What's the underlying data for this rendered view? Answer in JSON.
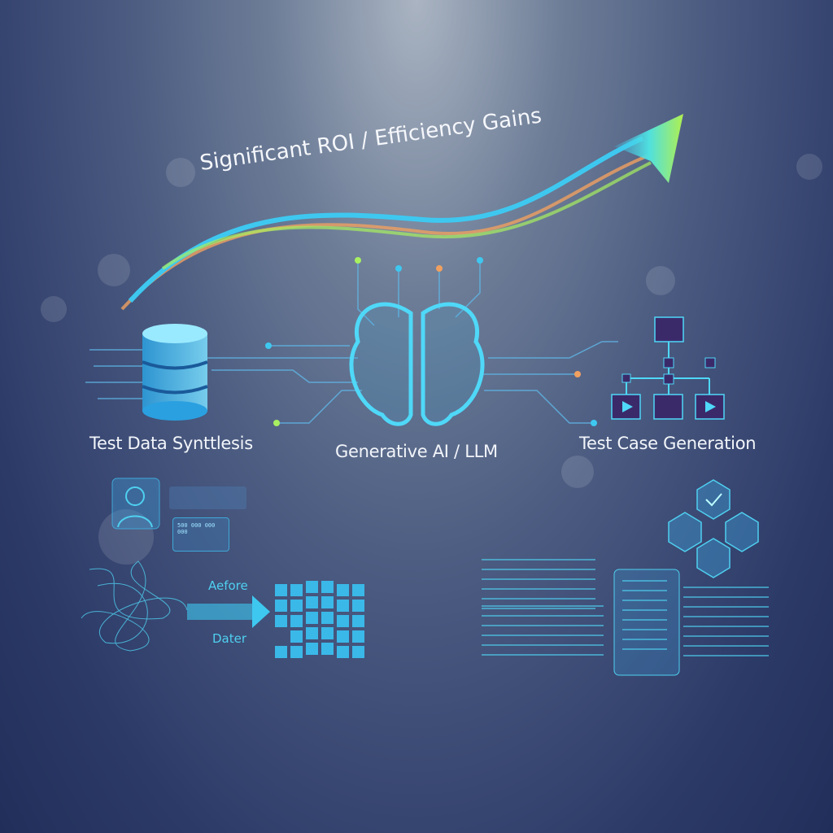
{
  "headline": "Significant ROI / Efficiency Gains",
  "sections": {
    "left": {
      "label": "Test Data Synttlesis",
      "icon": "database-icon"
    },
    "center": {
      "label": "Generative AI / LLM",
      "icon": "brain-icon"
    },
    "right": {
      "label": "Test Case Generation",
      "icon": "flowchart-icon"
    }
  },
  "card_number": "500 000 000 000",
  "transform": {
    "before_label": "Aefore",
    "after_label": "Dater"
  },
  "colors": {
    "accent_cyan": "#3ec8f0",
    "accent_green": "#a8f060",
    "accent_orange": "#f0a060",
    "flow_purple": "#3b2a6a"
  }
}
